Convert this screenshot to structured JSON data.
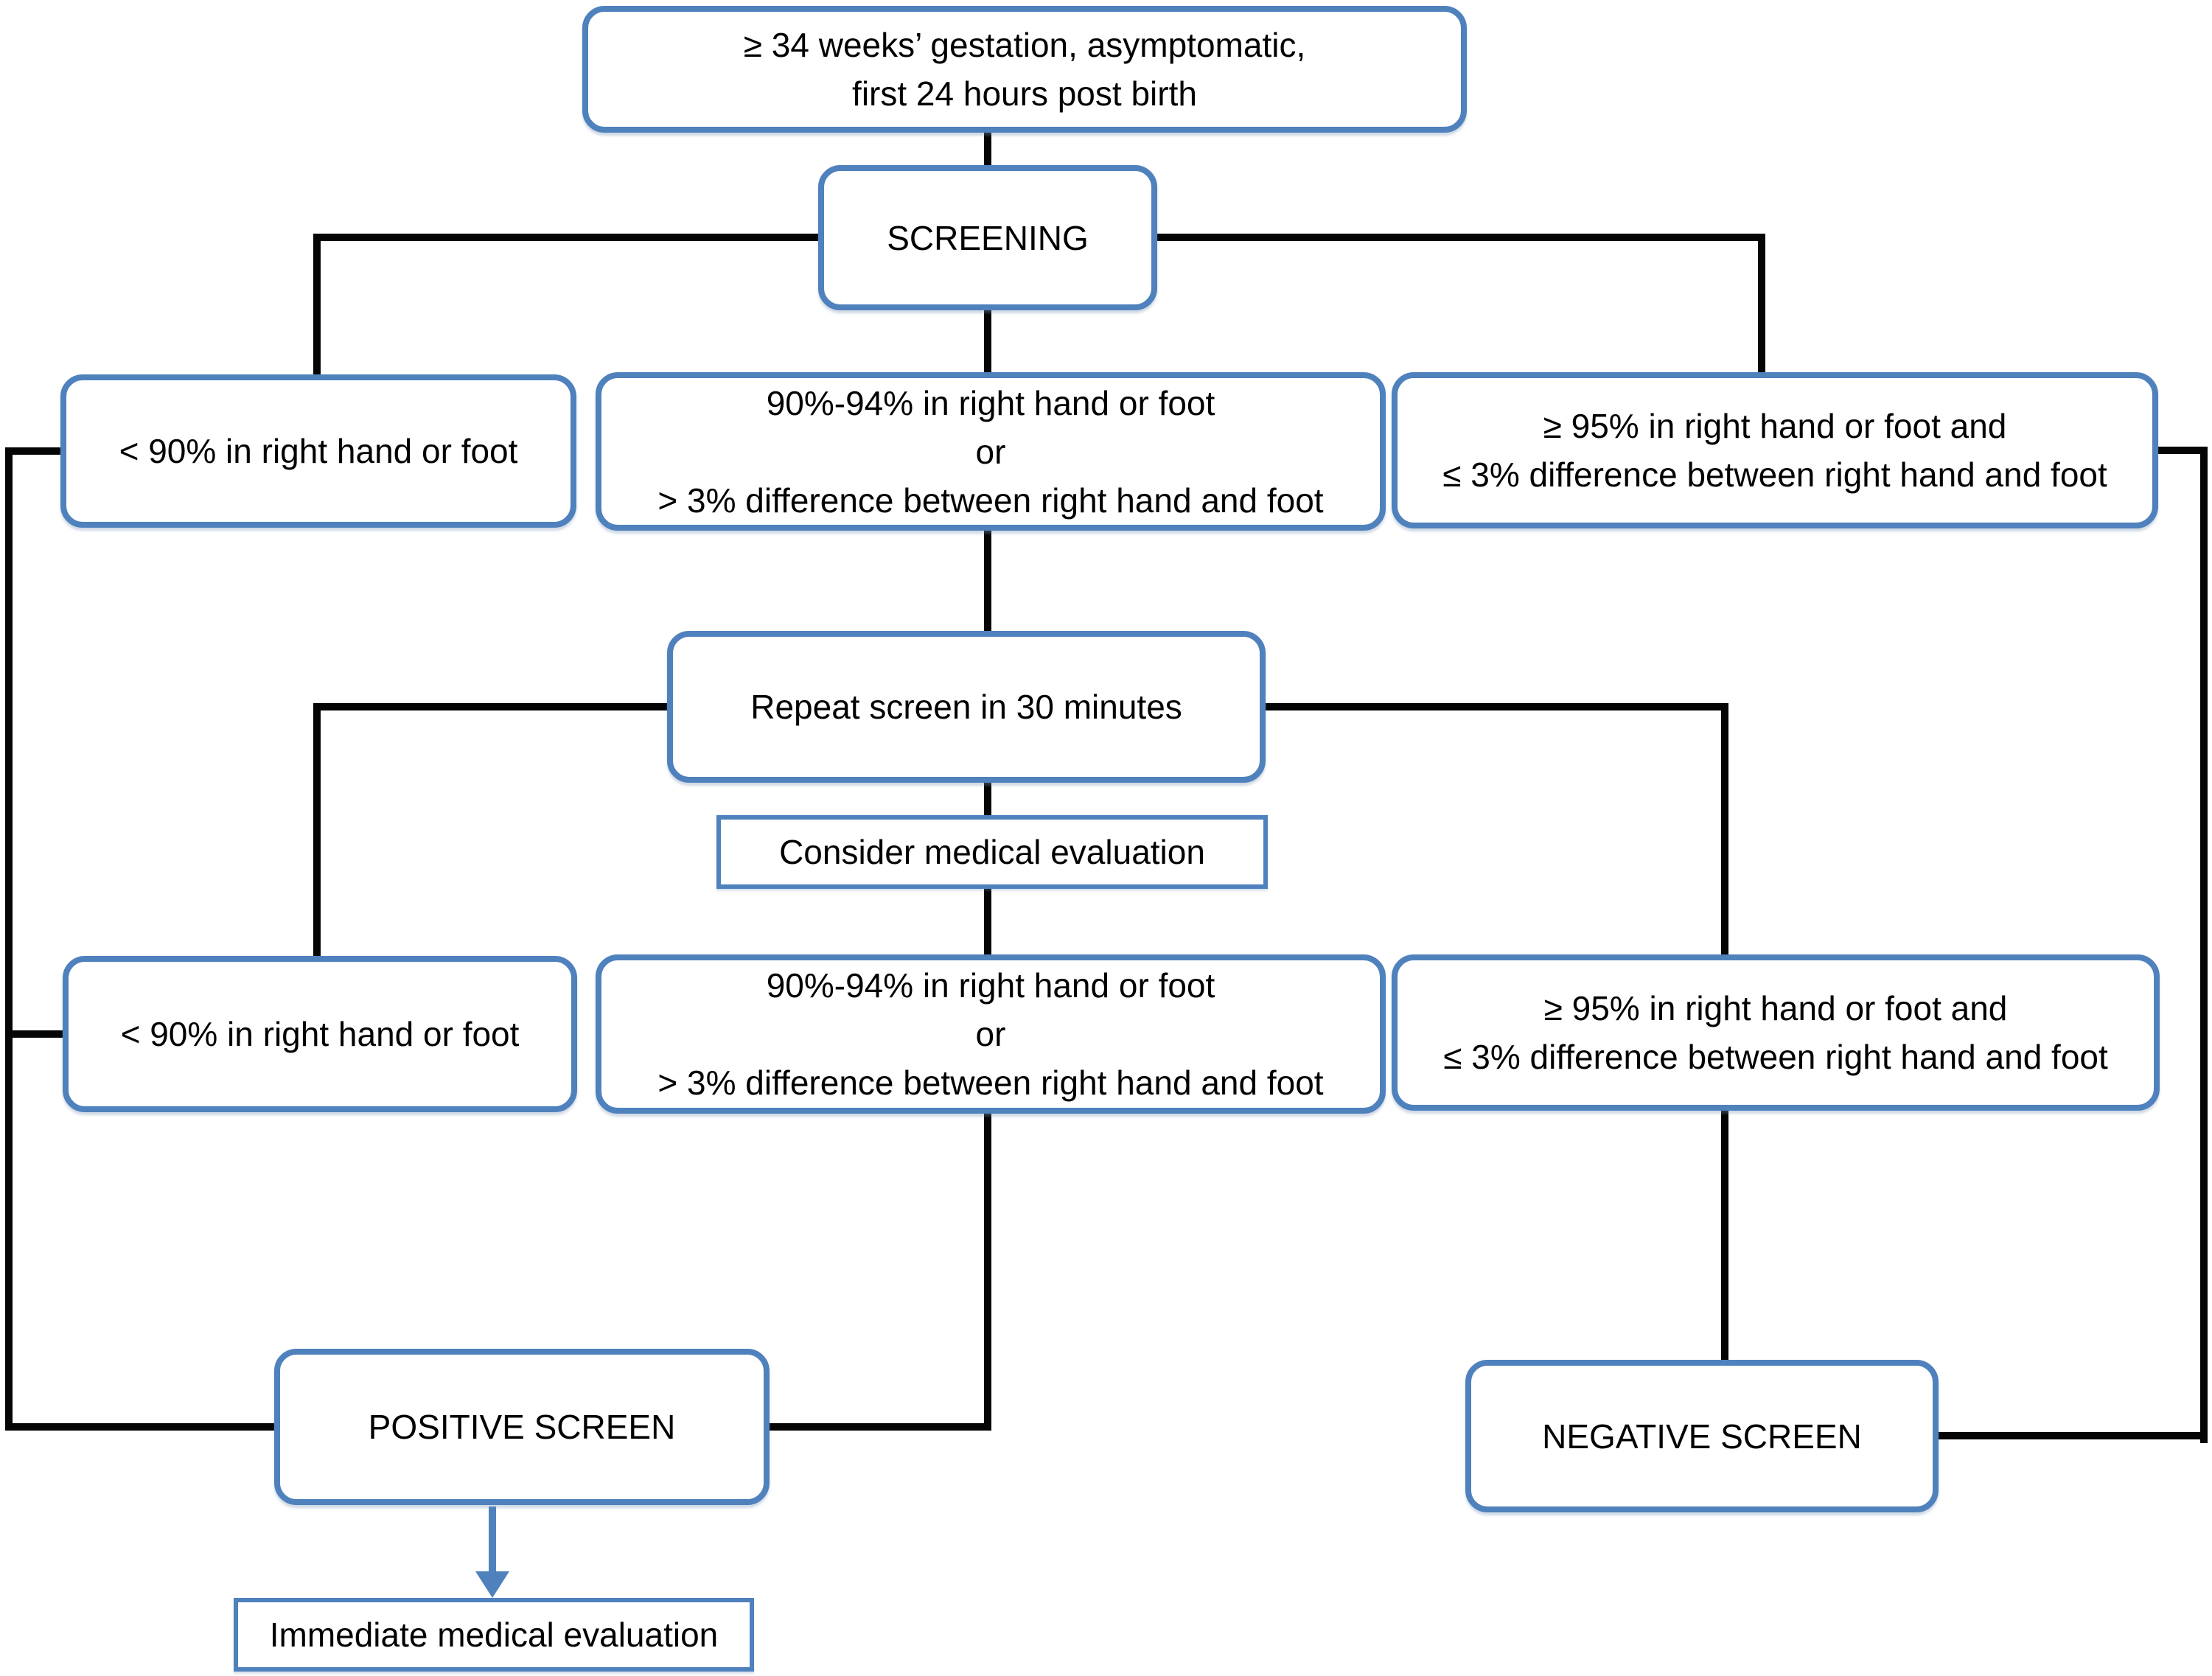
{
  "diagram": {
    "description": "Pulse-oximetry newborn screening flowchart",
    "colors": {
      "box_border": "#4f81bd",
      "connector": "#050505",
      "arrow": "#4f81bd",
      "text": "#000000",
      "background": "#ffffff"
    },
    "nodes": {
      "entry": {
        "line1": "≥ 34 weeks’ gestation, asymptomatic,",
        "line2": "first 24 hours post birth"
      },
      "screening": {
        "label": "SCREENING"
      },
      "low_first": {
        "label": "< 90% in right hand or foot"
      },
      "mid_first": {
        "line1": "90%-94% in right hand or foot",
        "line2": "or",
        "line3": "> 3% difference between right hand and foot"
      },
      "high_first": {
        "line1": "≥ 95% in right hand or foot and",
        "line2": "≤ 3% difference between right hand and foot"
      },
      "repeat": {
        "label": "Repeat screen in 30 minutes"
      },
      "consider": {
        "label": "Consider medical evaluation"
      },
      "low_second": {
        "label": "< 90% in right hand or foot"
      },
      "mid_second": {
        "line1": "90%-94% in right hand or foot",
        "line2": "or",
        "line3": "> 3% difference between right hand and foot"
      },
      "high_second": {
        "line1": "≥ 95% in right hand or foot and",
        "line2": "≤ 3% difference between right hand and foot"
      },
      "positive": {
        "label": "POSITIVE SCREEN"
      },
      "negative": {
        "label": "NEGATIVE SCREEN"
      },
      "immediate": {
        "label": "Immediate medical evaluation"
      }
    },
    "edges": [
      {
        "from": "entry",
        "to": "screening"
      },
      {
        "from": "screening",
        "to": "low_first"
      },
      {
        "from": "screening",
        "to": "mid_first"
      },
      {
        "from": "screening",
        "to": "high_first"
      },
      {
        "from": "mid_first",
        "to": "repeat"
      },
      {
        "from": "repeat",
        "to": "low_second"
      },
      {
        "from": "repeat",
        "to": "consider"
      },
      {
        "from": "repeat",
        "to": "high_second"
      },
      {
        "from": "consider",
        "to": "mid_second"
      },
      {
        "from": "low_first",
        "to": "positive"
      },
      {
        "from": "low_second",
        "to": "positive"
      },
      {
        "from": "mid_second",
        "to": "positive"
      },
      {
        "from": "high_first",
        "to": "negative"
      },
      {
        "from": "high_second",
        "to": "negative"
      },
      {
        "from": "positive",
        "to": "immediate"
      }
    ]
  }
}
